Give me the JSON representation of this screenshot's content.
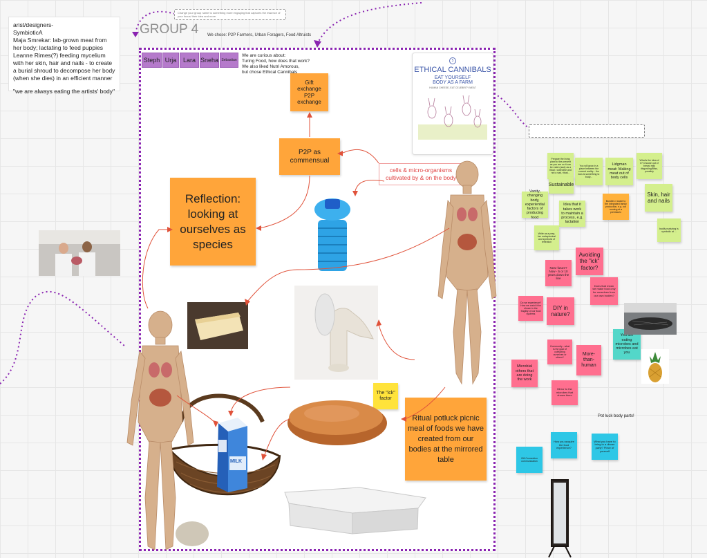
{
  "left_note": {
    "lines": [
      "arist/designers-",
      "SymbioticA",
      "Maja Smrekar: lab-grown meat from her body; lactating to feed puppies",
      "Leanne Rimes(?) feeding mycelium with her skin, hair and nails - to create a burial shroud to decompose her body (when she dies) in an efficient manner",
      "",
      "\"we are always eating the artists' body\""
    ]
  },
  "top_hint": "Change your group name to something more engaging that captures the essence of your focus/ their idea and more.",
  "group_title": "GROUP 4",
  "chose_text": "We chose: P2P Farmers, Urban Foragers, Food Altruists",
  "curious_text": {
    "line1": "We are curious about:",
    "line2": "Turing Food, how does that work?",
    "line3": "We also liked Nutri Amorous,",
    "line4": "but chose Ethical Cannibals"
  },
  "team": [
    "Steph",
    "Urja",
    "Lara",
    "Sneha",
    "Sebastian"
  ],
  "book": {
    "title": "ETHICAL CANNIBALS",
    "subtitle": "EAT YOURSELF",
    "subtitle2": "BODY AS A FARM",
    "tagline": "HUMAN CHEESE, EAT CELEBRITY MEAT",
    "badge": "5"
  },
  "stickies": {
    "gift": "Gift exchange P2P exchange",
    "p2p": "P2P as commensual",
    "reflection": "Reflection: looking at ourselves as species",
    "ritual": "Ritual potluck picnic meal of foods we have created from our bodies at the mirrored table",
    "ick": "The \"ick\" factor"
  },
  "cells_label": "cells & micro-organisms cultivated by & on the body",
  "right_stickies": {
    "g1": "Prepare the living plant to the present as you are so it can be eaten (sad) as a ritual / collective and not a sad, ritual...",
    "g2": "You will grow in a place between the current reality... the loss is something to body...",
    "g3": "Lidgman meat: Making meat out of body cells",
    "g4": "What's the idea of it? Choose out of breast milk disgusting/Bliss, possibly",
    "g5": "Sustainable",
    "g6": "Vanity, changing body, experiential factors of producing food",
    "g7": "Idea that it takes work to maintain a process, e.g. lactation",
    "g8": "Bundles / waste to the integrated family production, e.g. out running at a prehistoric",
    "g9": "Skin, hair and nails",
    "g10": "Write as a prep, her metaphorical and symbolic of reflection",
    "g11": "bodily nurturing is symbolic at ...",
    "p1": "Avoiding the \"ick\" factor?",
    "p2": "Near future? Now - 5 or 10 years down the line",
    "p3": "Does that mean we make food only for ourselves from our own bodies?",
    "p4": "DIY in nature?",
    "p5": "Do we experience? How we could it be shown in the fragility of our food systems",
    "p6": "Community - what is the goal of cultivating ourselves or others?",
    "p7": "More-than-human",
    "p8": "Microbial others that are doing the work",
    "p9": "Mirror to the microbes that shows them",
    "t1": "You are eating microbes and microbes eat you",
    "c1": "How you acquire the food experience?",
    "c2": "What you have to bring to a dinner party? Piece of yourself",
    "c3": "Gift Connection communication"
  },
  "potluck_label": "Pot luck body parts!",
  "milk_label": "MILK",
  "colors": {
    "frame": "#8a24b1",
    "orange_sticky": "#ffa53a",
    "team_tag": "#b57acb",
    "arrow": "#e0523a",
    "connector": "#8a24b1"
  }
}
